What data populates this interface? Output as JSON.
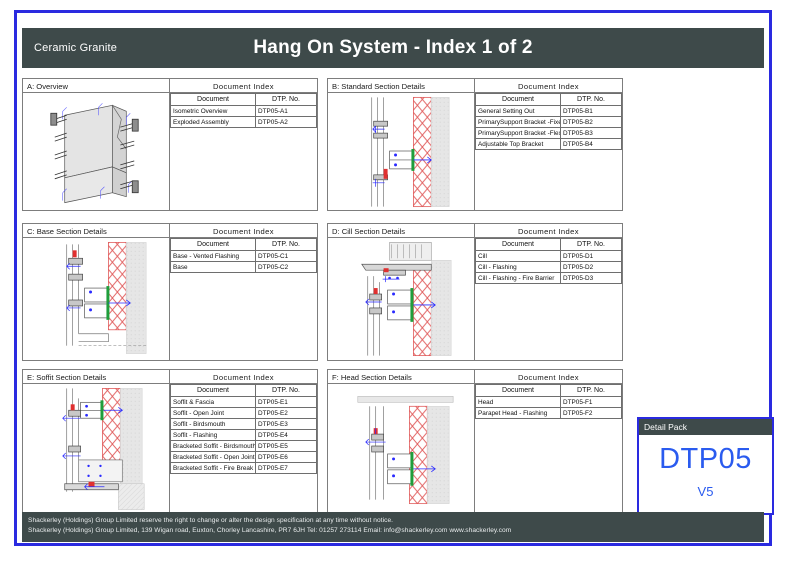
{
  "header": {
    "left_label": "Ceramic Granite",
    "title": "Hang On System - Index 1 of 2"
  },
  "index_table": {
    "title": "Document Index",
    "col_document": "Document",
    "col_number": "DTP. No."
  },
  "panels": [
    {
      "id": "A",
      "title": "A: Overview",
      "drawing": "isometric-overview-drawing",
      "rows": [
        {
          "document": "Isometric Overview",
          "number": "DTP05-A1"
        },
        {
          "document": "Exploded Assembly",
          "number": "DTP05-A2"
        }
      ]
    },
    {
      "id": "B",
      "title": "B: Standard Section Details",
      "drawing": "standard-section-drawing",
      "rows": [
        {
          "document": "General Setting Out",
          "number": "DTP05-B1"
        },
        {
          "document": "PrimarySupport Bracket -FixedPoint",
          "number": "DTP05-B2"
        },
        {
          "document": "PrimarySupport Bracket -Flex Point",
          "number": "DTP05-B3"
        },
        {
          "document": "Adjustable Top Bracket",
          "number": "DTP05-B4"
        }
      ]
    },
    {
      "id": "C",
      "title": "C: Base Section Details",
      "drawing": "base-section-drawing",
      "rows": [
        {
          "document": "Base - Vented Flashing",
          "number": "DTP05-C1"
        },
        {
          "document": "Base",
          "number": "DTP05-C2"
        }
      ]
    },
    {
      "id": "D",
      "title": "D: Cill Section Details",
      "drawing": "cill-section-drawing",
      "rows": [
        {
          "document": "Cill",
          "number": "DTP05-D1"
        },
        {
          "document": "Cill - Flashing",
          "number": "DTP05-D2"
        },
        {
          "document": "Cill - Flashing - Fire Barrier",
          "number": "DTP05-D3"
        }
      ]
    },
    {
      "id": "E",
      "title": "E: Soffit Section Details",
      "drawing": "soffit-section-drawing",
      "rows": [
        {
          "document": "Soffit & Fascia",
          "number": "DTP05-E1"
        },
        {
          "document": "Soffit - Open Joint",
          "number": "DTP05-E2"
        },
        {
          "document": "Soffit - Birdsmouth",
          "number": "DTP05-E3"
        },
        {
          "document": "Soffit - Flashing",
          "number": "DTP05-E4"
        },
        {
          "document": "Bracketed Soffit - Birdsmouth",
          "number": "DTP05-E5"
        },
        {
          "document": "Bracketed Soffit - Open Joint",
          "number": "DTP05-E6"
        },
        {
          "document": "Bracketed Soffit - Fire Break",
          "number": "DTP05-E7"
        }
      ]
    },
    {
      "id": "F",
      "title": "F: Head Section Details",
      "drawing": "head-section-drawing",
      "rows": [
        {
          "document": "Head",
          "number": "DTP05-F1"
        },
        {
          "document": "Parapet Head - Flashing",
          "number": "DTP05-F2"
        }
      ]
    }
  ],
  "detail_pack": {
    "label": "Detail Pack",
    "code": "DTP05",
    "version": "V5"
  },
  "footer": {
    "line1": "Shackerley (Holdings) Group Limited reserve the right to change or alter the design specification at any time without notice.",
    "line2": "Shackerley (Holdings) Group Limited, 139 Wigan road, Euxton, Chorley Lancashire, PR7 6JH Tel: 01257 273114 Email: info@shackerley.com  www.shackerley.com"
  },
  "colors": {
    "frame_blue": "#2a2ae0",
    "bar_dark": "#3e4a4a",
    "accent_blue": "#2a5bef",
    "masonry_red": "#e05a5a"
  }
}
